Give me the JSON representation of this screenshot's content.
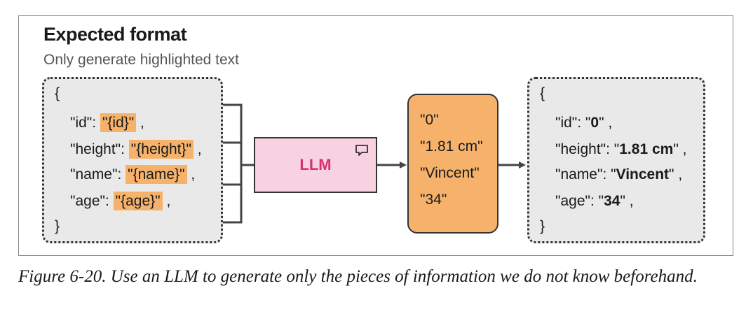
{
  "header": {
    "title": "Expected format",
    "subtitle": "Only generate highlighted text"
  },
  "template_box": {
    "open_brace": "{",
    "close_brace": "}",
    "lines": [
      {
        "key": "\"id\": ",
        "placeholder": "\"{id}\"",
        "trail": " ,"
      },
      {
        "key": "\"height\": ",
        "placeholder": "\"{height}\"",
        "trail": " ,"
      },
      {
        "key": "\"name\": ",
        "placeholder": "\"{name}\"",
        "trail": " ,"
      },
      {
        "key": "\"age\": ",
        "placeholder": "\"{age}\"",
        "trail": " ,"
      }
    ]
  },
  "llm": {
    "label": "LLM",
    "icon": "chat-bubble-icon"
  },
  "generated_values": [
    "\"0\"",
    "\"1.81 cm\"",
    "\"Vincent\"",
    "\"34\""
  ],
  "result_box": {
    "open_brace": "{",
    "close_brace": "}",
    "lines": [
      {
        "key": "\"id\": \"",
        "value": "0",
        "trail": "\" ,"
      },
      {
        "key": "\"height\": \"",
        "value": "1.81 cm",
        "trail": "\" ,"
      },
      {
        "key": "\"name\": \"",
        "value": "Vincent",
        "trail": "\" ,"
      },
      {
        "key": "\"age\": \"",
        "value": "34",
        "trail": "\" ,"
      }
    ]
  },
  "colors": {
    "highlight": "#f6b26b",
    "llm_fill": "#f8d2e0",
    "llm_text": "#d6336c",
    "box_fill": "#e9e9e9"
  },
  "caption": "Figure 6-20. Use an LLM to generate only the pieces of information we do not know beforehand."
}
